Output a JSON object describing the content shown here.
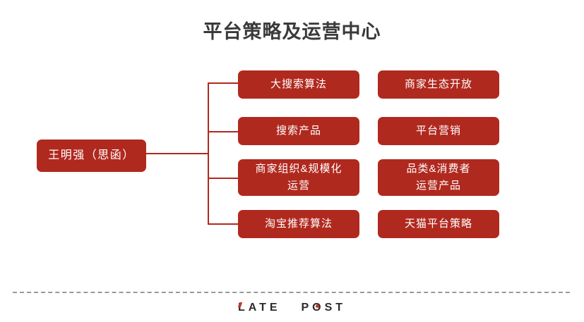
{
  "slide": {
    "title": "平台策略及运营中心",
    "accent_color": "#b0291f",
    "title_color": "#3a3a3a",
    "background_color": "#ffffff"
  },
  "org_chart": {
    "root": {
      "label": "王明强（思函）"
    },
    "columns": [
      {
        "id": "column-a",
        "nodes": [
          {
            "label": "大搜索算法"
          },
          {
            "label": "搜索产品"
          },
          {
            "label": "商家组织&规模化\n运营"
          },
          {
            "label": "淘宝推荐算法"
          }
        ]
      },
      {
        "id": "column-b",
        "nodes": [
          {
            "label": "商家生态开放"
          },
          {
            "label": "平台营销"
          },
          {
            "label": "品类&消费者\n运营产品"
          },
          {
            "label": "天猫平台策略"
          }
        ]
      }
    ]
  },
  "footer": {
    "logo_part_1": "LATE",
    "logo_part_2": "POST",
    "divider_color": "#9a9a9a"
  }
}
